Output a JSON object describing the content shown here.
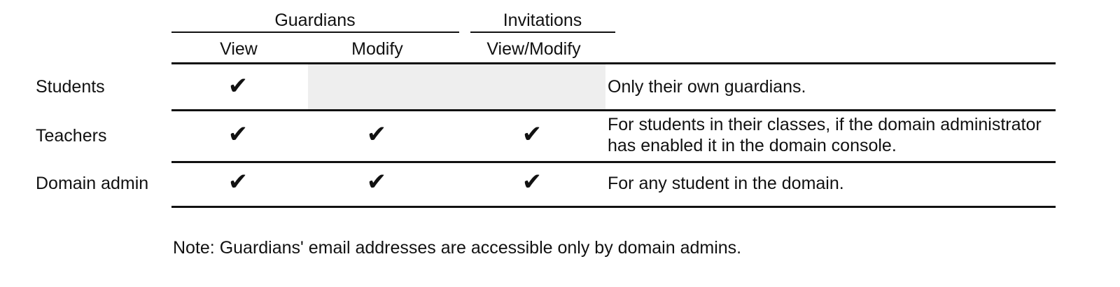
{
  "table": {
    "column_groups": [
      {
        "label": "Guardians",
        "span": 2
      },
      {
        "label": "Invitations",
        "span": 1
      }
    ],
    "columns": [
      {
        "label": "View"
      },
      {
        "label": "Modify"
      },
      {
        "label": "View/Modify"
      }
    ],
    "row_header_label": "",
    "rows": [
      {
        "label": "Students",
        "cells": [
          "check",
          "disabled",
          "disabled"
        ],
        "check_glyph": "✔",
        "description_line1": "Only their own guardians.",
        "description_line2": ""
      },
      {
        "label": "Teachers",
        "cells": [
          "check",
          "check",
          "check"
        ],
        "check_glyph": "✔",
        "description_line1": "For students in their classes, if the domain administrator",
        "description_line2": "has enabled it in the domain console."
      },
      {
        "label": "Domain admin",
        "cells": [
          "check",
          "check",
          "check"
        ],
        "check_glyph": "✔",
        "description_line1": "For any student in the domain.",
        "description_line2": ""
      }
    ]
  },
  "note": {
    "text": "Note: Guardians' email addresses are accessible only by domain admins."
  },
  "colors": {
    "rule": "#111111",
    "disabled_cell": "#eeeeee",
    "text": "#111111",
    "background": "#ffffff"
  }
}
